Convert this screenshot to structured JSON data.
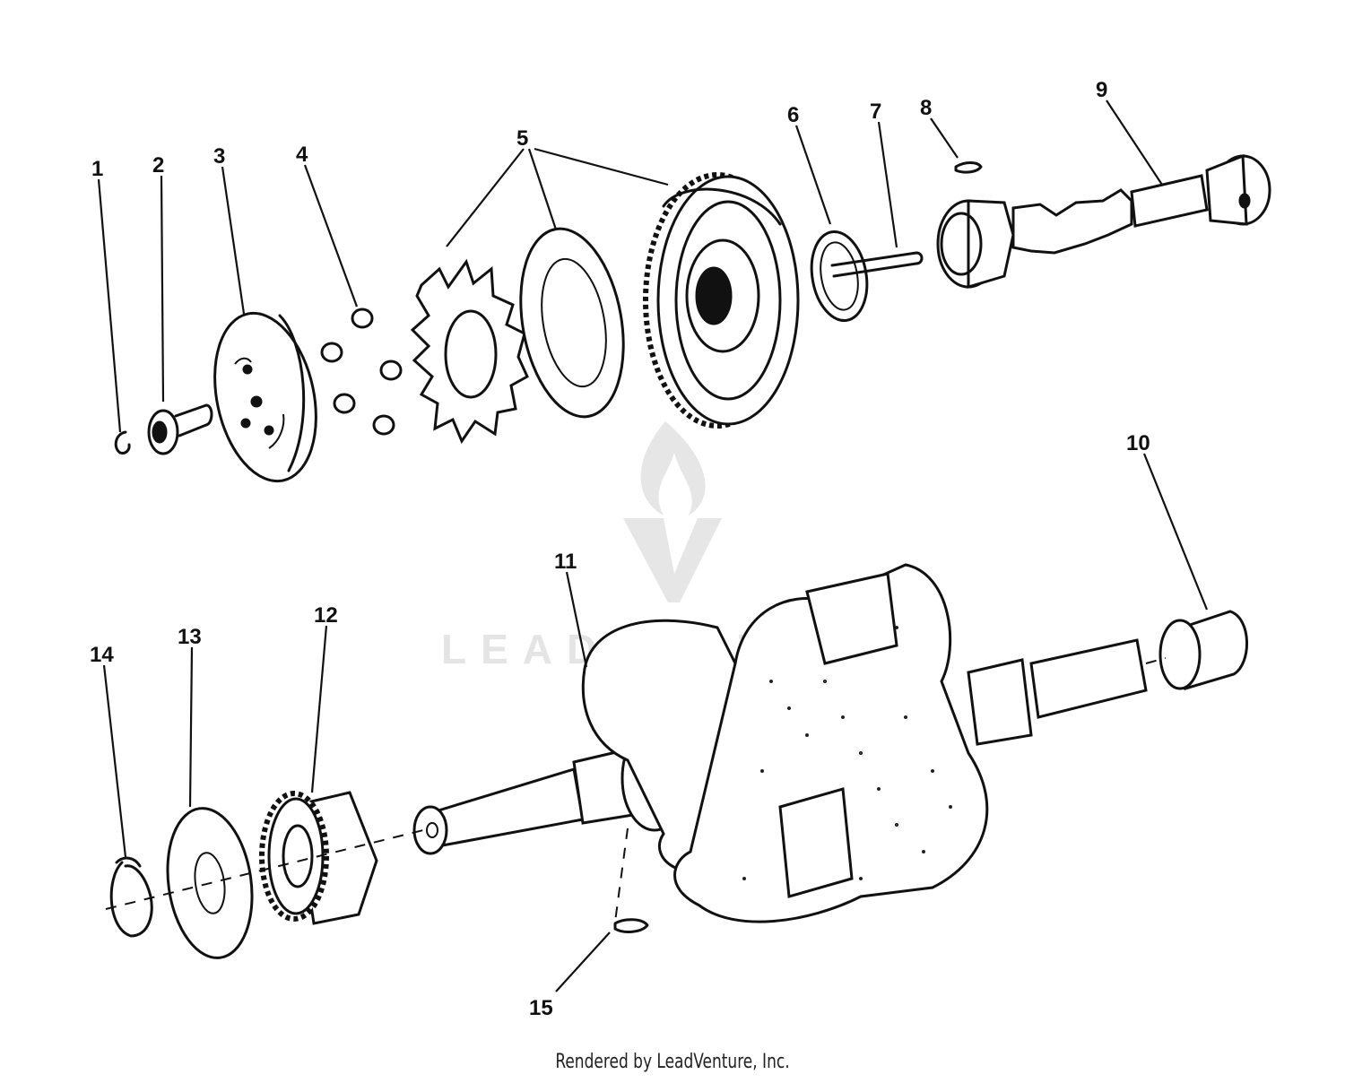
{
  "callouts": [
    {
      "id": "1",
      "label": "1"
    },
    {
      "id": "2",
      "label": "2"
    },
    {
      "id": "3",
      "label": "3"
    },
    {
      "id": "4",
      "label": "4"
    },
    {
      "id": "5",
      "label": "5"
    },
    {
      "id": "6",
      "label": "6"
    },
    {
      "id": "7",
      "label": "7"
    },
    {
      "id": "8",
      "label": "8"
    },
    {
      "id": "9",
      "label": "9"
    },
    {
      "id": "10",
      "label": "10"
    },
    {
      "id": "11",
      "label": "11"
    },
    {
      "id": "12",
      "label": "12"
    },
    {
      "id": "13",
      "label": "13"
    },
    {
      "id": "14",
      "label": "14"
    },
    {
      "id": "15",
      "label": "15"
    }
  ],
  "watermark": {
    "text": "LEADVENTURE"
  },
  "footer": {
    "text": "Rendered by LeadVenture, Inc."
  },
  "colors": {
    "ink": "#111111",
    "background": "#ffffff",
    "watermark": "#e4e4e4"
  }
}
